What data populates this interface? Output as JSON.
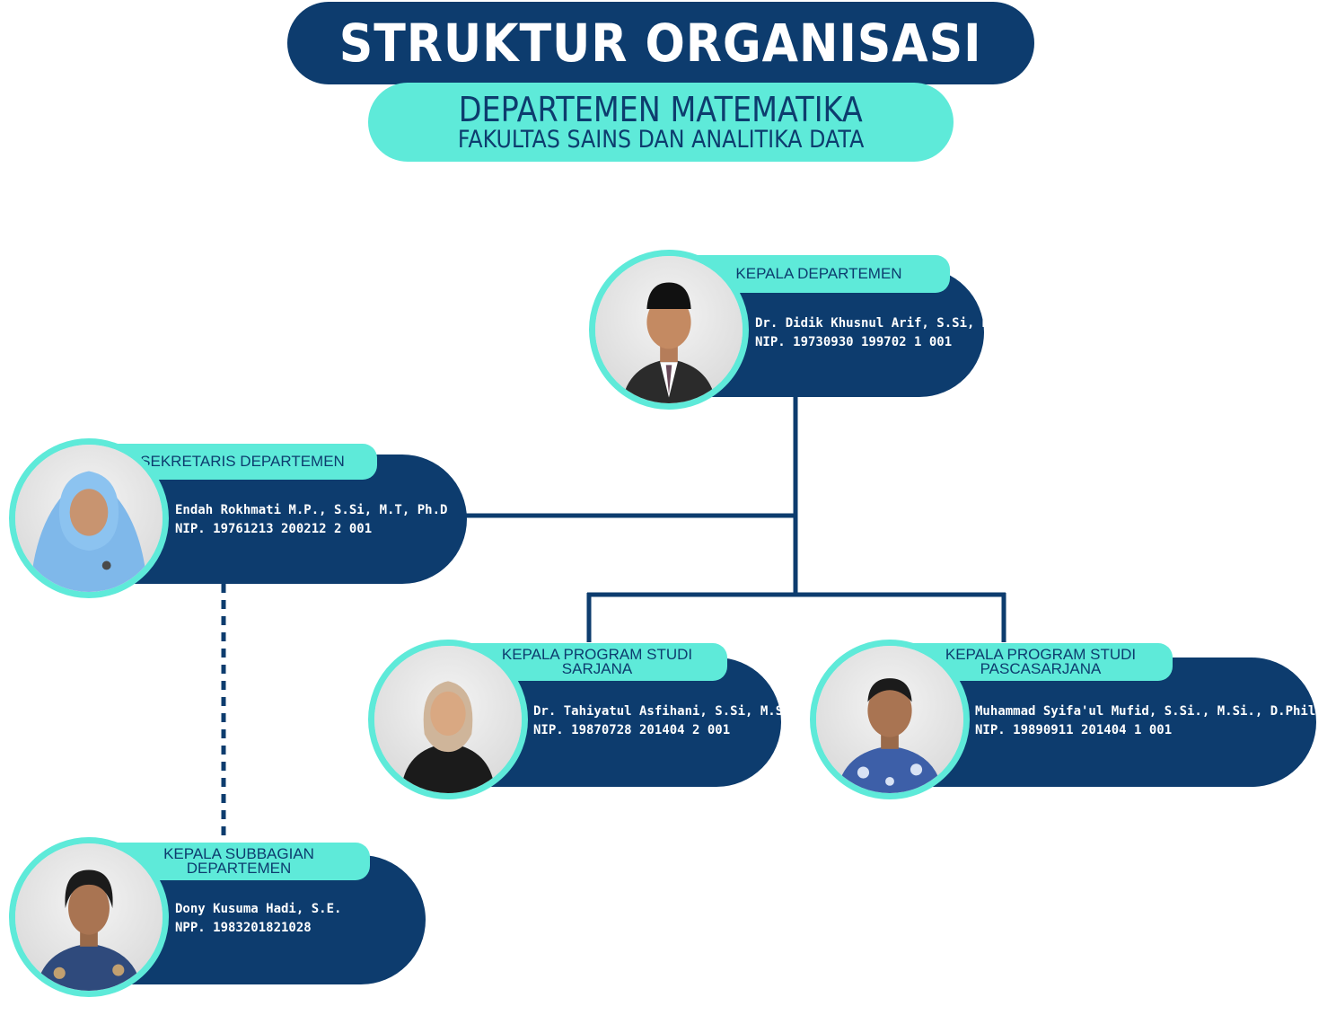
{
  "header": {
    "title": "STRUKTUR ORGANISASI",
    "subtitle_line1": "DEPARTEMEN MATEMATIKA",
    "subtitle_line2": "FAKULTAS SAINS DAN ANALITIKA DATA"
  },
  "colors": {
    "navy": "#0d3c6e",
    "turquoise": "#5eead9",
    "white": "#ffffff"
  },
  "members": {
    "head": {
      "role": "KEPALA DEPARTEMEN",
      "name": "Dr. Didik Khusnul Arif, S.Si, M.Si",
      "id": "NIP. 19730930 199702 1 001",
      "photo_icon": "portrait-man-peci-icon"
    },
    "secretary": {
      "role": "SEKRETARIS DEPARTEMEN",
      "name": "Endah Rokhmati M.P., S.Si, M.T, Ph.D",
      "id": "NIP. 19761213 200212 2 001",
      "photo_icon": "portrait-woman-hijab-icon"
    },
    "undergrad": {
      "role_line1": "KEPALA PROGRAM STUDI",
      "role_line2": "SARJANA",
      "name": "Dr. Tahiyatul Asfihani, S.Si, M.Si",
      "id": "NIP. 19870728 201404 2 001",
      "photo_icon": "portrait-woman-hijab-icon"
    },
    "postgrad": {
      "role_line1": "KEPALA PROGRAM STUDI",
      "role_line2": "PASCASARJANA",
      "name": "Muhammad Syifa'ul Mufid, S.Si., M.Si., D.Phil.",
      "id": "NIP. 19890911 201404 1 001",
      "photo_icon": "portrait-man-batik-icon"
    },
    "subdivision": {
      "role_line1": "KEPALA SUBBAGIAN",
      "role_line2": "DEPARTEMEN",
      "name": "Dony Kusuma Hadi, S.E.",
      "id": "NPP. 1983201821028",
      "photo_icon": "portrait-man-batik-icon"
    }
  }
}
